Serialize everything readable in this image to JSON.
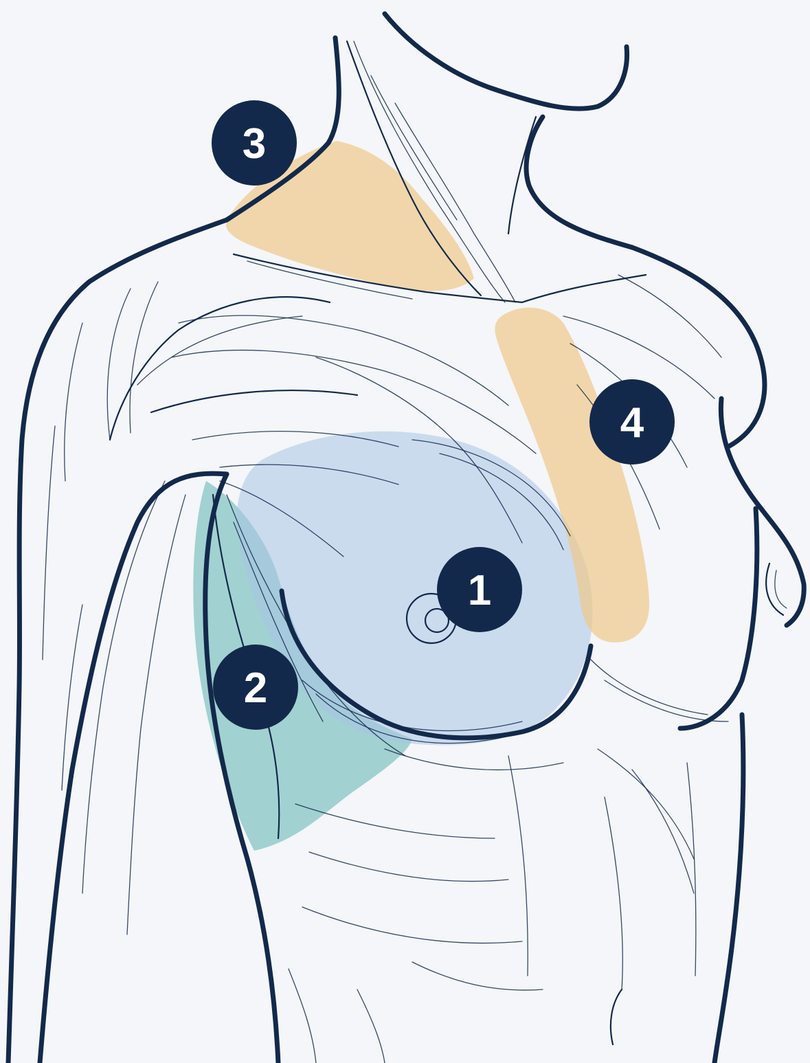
{
  "diagram": {
    "colors": {
      "background": "#f4f6f9",
      "outline": "#13294b",
      "marker_fill": "#13294b",
      "marker_text": "#ffffff",
      "region_breast": "#a8c5e6",
      "region_axilla": "#5fb3b0",
      "region_clavicle": "#f0c98a",
      "region_sternal": "#f0c98a"
    },
    "markers": [
      {
        "id": "1",
        "label": "1"
      },
      {
        "id": "2",
        "label": "2"
      },
      {
        "id": "3",
        "label": "3"
      },
      {
        "id": "4",
        "label": "4"
      }
    ]
  }
}
